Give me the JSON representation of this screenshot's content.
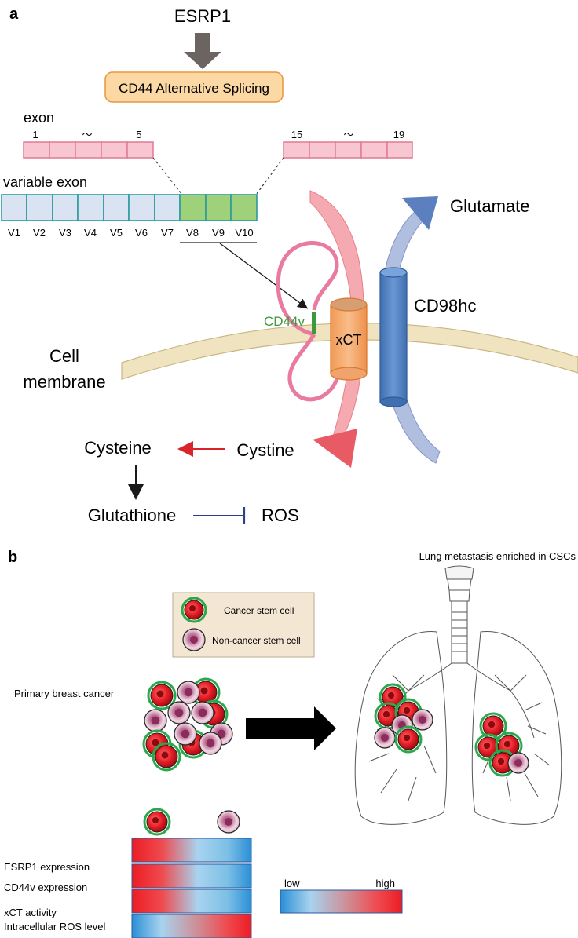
{
  "panel_a": {
    "letter": "a",
    "esrp1": "ESRP1",
    "splicing_box": "CD44 Alternative Splicing",
    "exon_label": "exon",
    "exon_left": [
      "1",
      "～",
      "5"
    ],
    "exon_right": [
      "15",
      "～",
      "19"
    ],
    "variable_exon_label": "variable exon",
    "variable_exons": [
      "V1",
      "V2",
      "V3",
      "V4",
      "V5",
      "V6",
      "V7",
      "V8",
      "V9",
      "V10"
    ],
    "glutamate": "Glutamate",
    "cd98hc": "CD98hc",
    "cd44v": "CD44v",
    "xct": "xCT",
    "cell_membrane": [
      "Cell",
      "membrane"
    ],
    "cysteine": "Cysteine",
    "cystine": "Cystine",
    "glutathione": "Glutathione",
    "ros": "ROS"
  },
  "panel_b": {
    "letter": "b",
    "lung_title": "Lung metastasis enriched in CSCs",
    "legend": {
      "csc": "Cancer stem cell",
      "non_csc": "Non-cancer stem cell"
    },
    "primary": "Primary breast cancer",
    "rows": [
      "ESRP1 expression",
      "CD44v expression",
      "xCT activity",
      "Intracellular ROS level"
    ],
    "scale_low": "low",
    "scale_high": "high"
  },
  "colors": {
    "exon_pink": "#f7c6d0",
    "exon_border": "#e07a95",
    "variable_blue": "#d9e3f2",
    "variable_green": "#9fd07a",
    "membrane": "#efe3c0",
    "xct_orange": "#f5a96a",
    "cd98_blue": "#5b86c4",
    "glutamate_arrow": "#5b7fbf",
    "cystine_arrow": "#e85a64",
    "cd44v_pink": "#e97aa0",
    "splice_box": "#fcd9a4",
    "csc_red": "#e8202a",
    "csc_ring": "#2aa84a",
    "non_csc": "#c98aa6",
    "legend_bg": "#f3e6d3"
  }
}
